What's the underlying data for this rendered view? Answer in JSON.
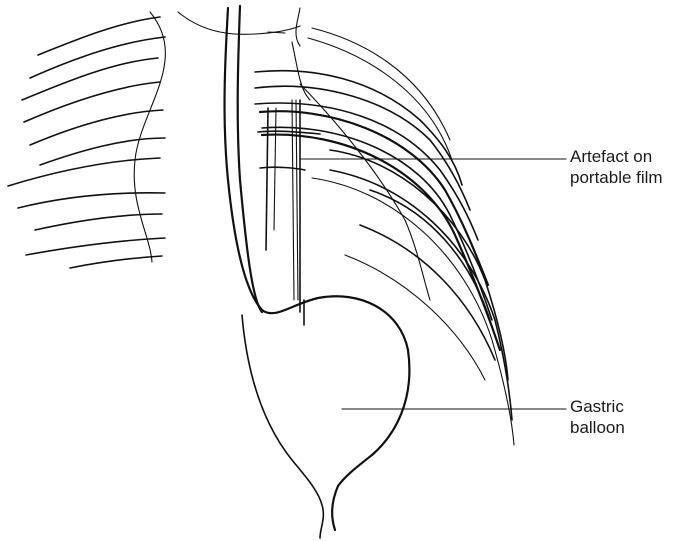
{
  "labels": {
    "artefact_line1": "Artefact on",
    "artefact_line2": "portable film",
    "balloon_line1": "Gastric",
    "balloon_line2": "balloon"
  }
}
